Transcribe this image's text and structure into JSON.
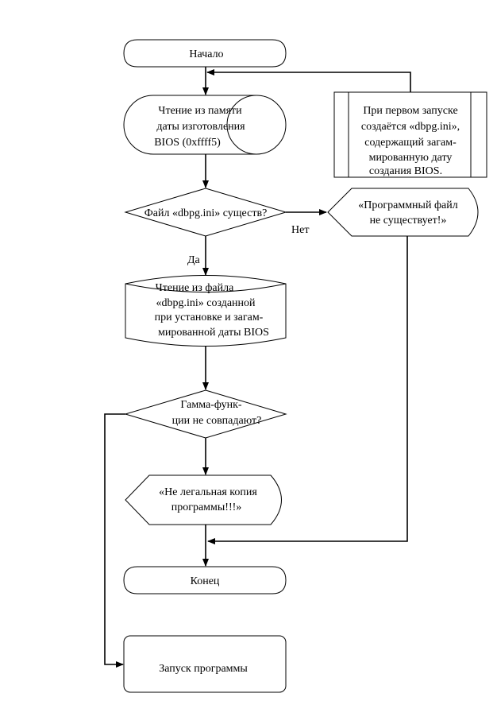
{
  "flowchart": {
    "start": "Начало",
    "read_memory": [
      "Чтение из памяти",
      "даты изготовления",
      "BIOS (0xffff5)"
    ],
    "first_run_note": [
      "При первом запуске",
      "создаётся «dbpg.ini»,",
      "содержащий загам-",
      "мированную дату",
      "создания BIOS."
    ],
    "file_exists_decision": "Файл «dbpg.ini» существ?",
    "label_no": "Нет",
    "label_yes": "Да",
    "file_missing_message": [
      "«Программный файл",
      "не существует!»"
    ],
    "read_file": [
      "Чтение из файла",
      "«dbpg.ini» созданной",
      "при установке и загам-",
      "мированной даты BIOS"
    ],
    "gamma_decision": [
      "Гамма-функ-",
      "ции не совпадают?"
    ],
    "illegal_copy_message": [
      "«Не легальная копия",
      "программы!!!»"
    ],
    "end": "Конец",
    "launch_program": "Запуск программы"
  }
}
